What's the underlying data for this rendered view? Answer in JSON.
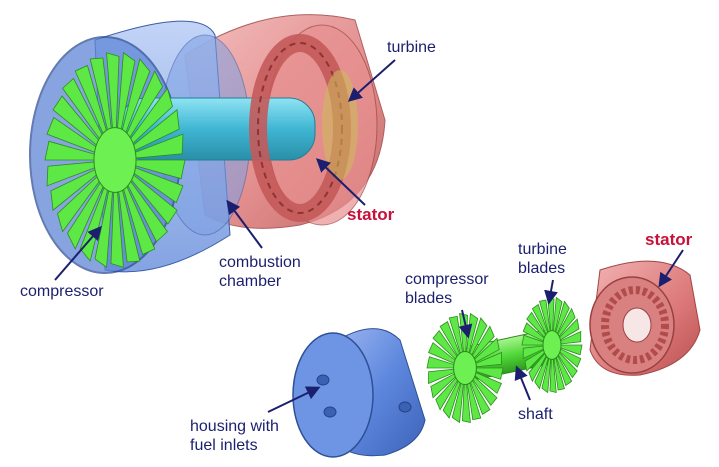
{
  "labels": {
    "turbine": "turbine",
    "stator_top": "stator",
    "combustion_chamber": "combustion\nchamber",
    "compressor": "compressor",
    "compressor_blades": "compressor\nblades",
    "turbine_blades": "turbine\nblades",
    "stator_bottom": "stator",
    "shaft": "shaft",
    "housing": "housing with\nfuel inlets"
  },
  "colors": {
    "label_text": "#1b1f6e",
    "accent_label": "#c8103a",
    "housing_blue": "#4f7fd8",
    "shaft_cyan": "#46c0d8",
    "blade_green": "#52e23a",
    "stator_red": "#d96a6a",
    "arrow": "#1b1f6e"
  }
}
